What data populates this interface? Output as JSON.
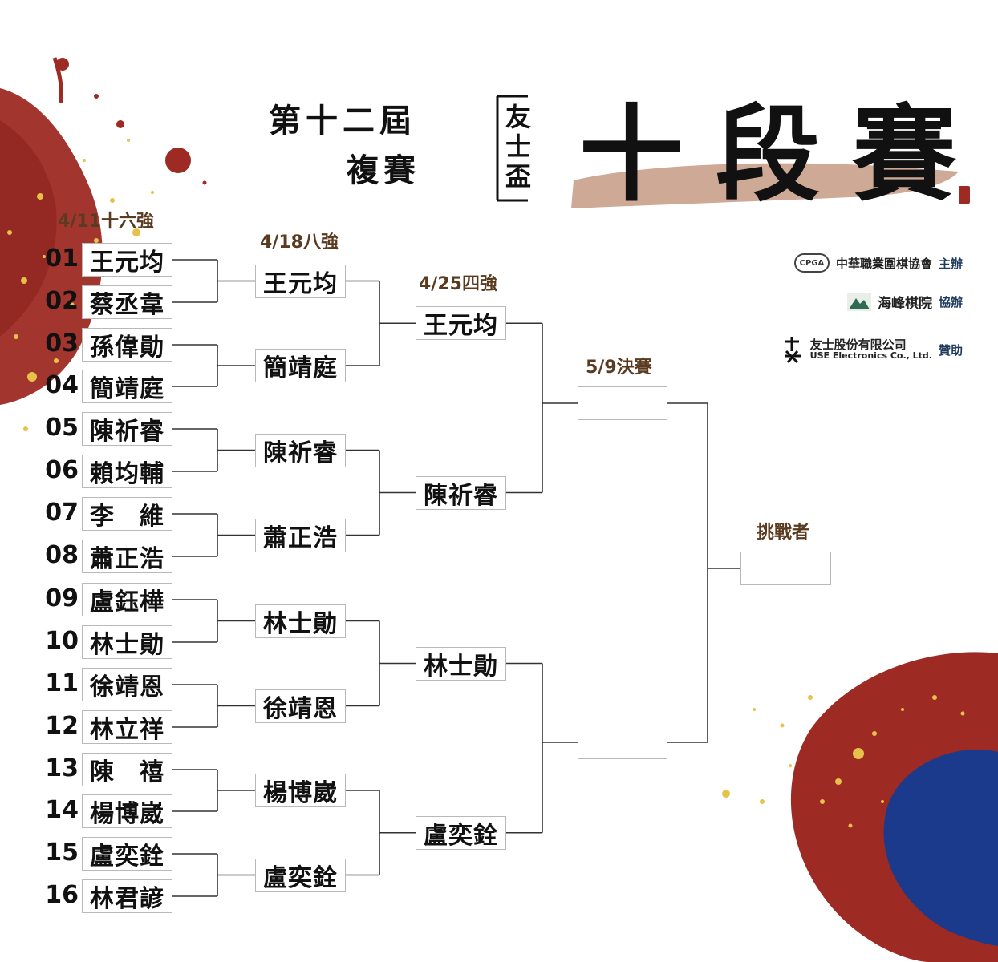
{
  "header": {
    "edition": "第十二屆",
    "stage": "複賽",
    "cup_name": [
      "友",
      "士",
      "盃"
    ],
    "title": "十段賽"
  },
  "sponsors": [
    {
      "logo": "CPGA",
      "name": "中華職業圍棋協會",
      "role": "主辦",
      "icon": "cpga-logo"
    },
    {
      "name": "海峰棋院",
      "role": "協辦",
      "icon": "mountain-logo"
    },
    {
      "name": "友士股份有限公司",
      "name_en": "USE Electronics Co., Ltd.",
      "role": "贊助",
      "icon": "use-logo"
    }
  ],
  "rounds": {
    "r16_label": "4/11十六強",
    "qf_label": "4/18八強",
    "sf_label": "4/25四強",
    "final_label": "5/9決賽",
    "challenger_label": "挑戰者"
  },
  "seeds": [
    "01",
    "02",
    "03",
    "04",
    "05",
    "06",
    "07",
    "08",
    "09",
    "10",
    "11",
    "12",
    "13",
    "14",
    "15",
    "16"
  ],
  "round16": [
    "王元均",
    "蔡丞韋",
    "孫偉勛",
    "簡靖庭",
    "陳祈睿",
    "賴均輔",
    "李　維",
    "蕭正浩",
    "盧鈺樺",
    "林士勛",
    "徐靖恩",
    "林立祥",
    "陳　禧",
    "楊博崴",
    "盧奕銓",
    "林君諺"
  ],
  "quarterfinals": [
    "王元均",
    "簡靖庭",
    "陳祈睿",
    "蕭正浩",
    "林士勛",
    "徐靖恩",
    "楊博崴",
    "盧奕銓"
  ],
  "semifinals": [
    "王元均",
    "陳祈睿",
    "林士勛",
    "盧奕銓"
  ],
  "finals": [
    "",
    ""
  ],
  "challenger": "",
  "colors": {
    "red": "#9e2a24",
    "blue": "#1b3a8c",
    "gold": "#e6c24a",
    "brush": "#c9a089",
    "label": "#5a3b20"
  }
}
